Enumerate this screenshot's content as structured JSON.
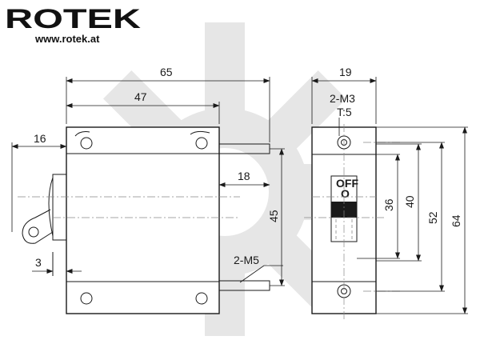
{
  "brand": {
    "logo_text": "ROTEK",
    "url": "www.rotek.at"
  },
  "switch": {
    "off_label": "OFF",
    "zero_label": "O"
  },
  "dimensions": {
    "d65": "65",
    "d47": "47",
    "d16": "16",
    "d18": "18",
    "d45": "45",
    "d3": "3",
    "m5": "2-M5",
    "d19": "19",
    "m3": "2-M3",
    "t5": "T:5",
    "d36": "36",
    "d40": "40",
    "d52": "52",
    "d64": "64"
  },
  "colors": {
    "watermark": "#e6e6e6",
    "line": "#1a1a1a",
    "centerline": "#888888"
  }
}
